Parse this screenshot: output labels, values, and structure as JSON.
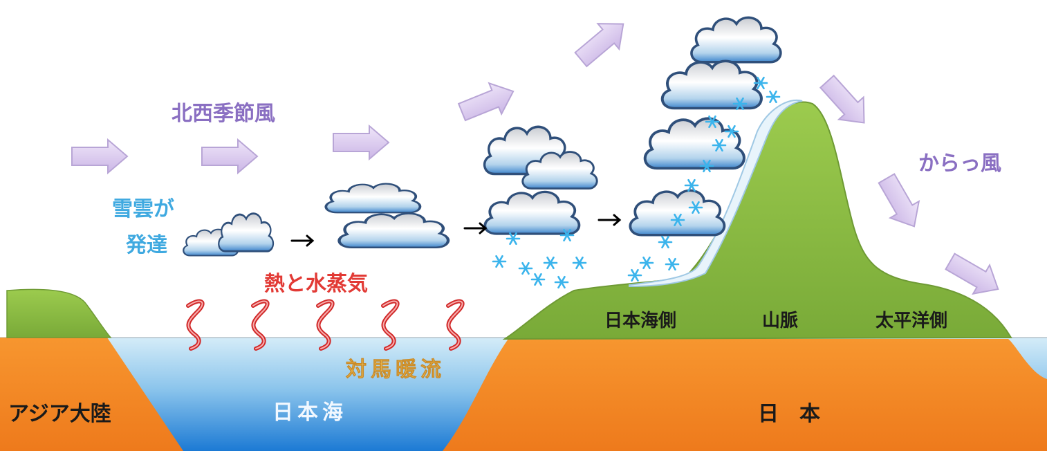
{
  "labels": {
    "monsoon": "北西季節風",
    "cloud_develop_line1": "雪雲が",
    "cloud_develop_line2": "発達",
    "heat_vapor": "熱と水蒸気",
    "current": "対馬暖流",
    "asia": "アジア大陸",
    "sea": "日本海",
    "japan": "日　本",
    "sea_side": "日本海側",
    "mountains": "山脈",
    "pacific_side": "太平洋側",
    "karakkaze": "からっ風"
  },
  "colors": {
    "monsoon_text": "#8a6fc2",
    "cloud_text": "#3fa9e0",
    "heat_text": "#e23a35",
    "current_text": "#f7c85a",
    "wind_arrow": "#d9c6ef",
    "land_orange": "#f58c2a",
    "land_green": "#86b843",
    "sea_top": "#cfe8f6",
    "sea_bottom": "#2a86d8",
    "snow": "#39b6ee"
  },
  "icons": [
    "wind-arrow-icon",
    "cloud-icon",
    "snowflake-icon",
    "heat-wave-icon",
    "small-arrow-icon"
  ]
}
